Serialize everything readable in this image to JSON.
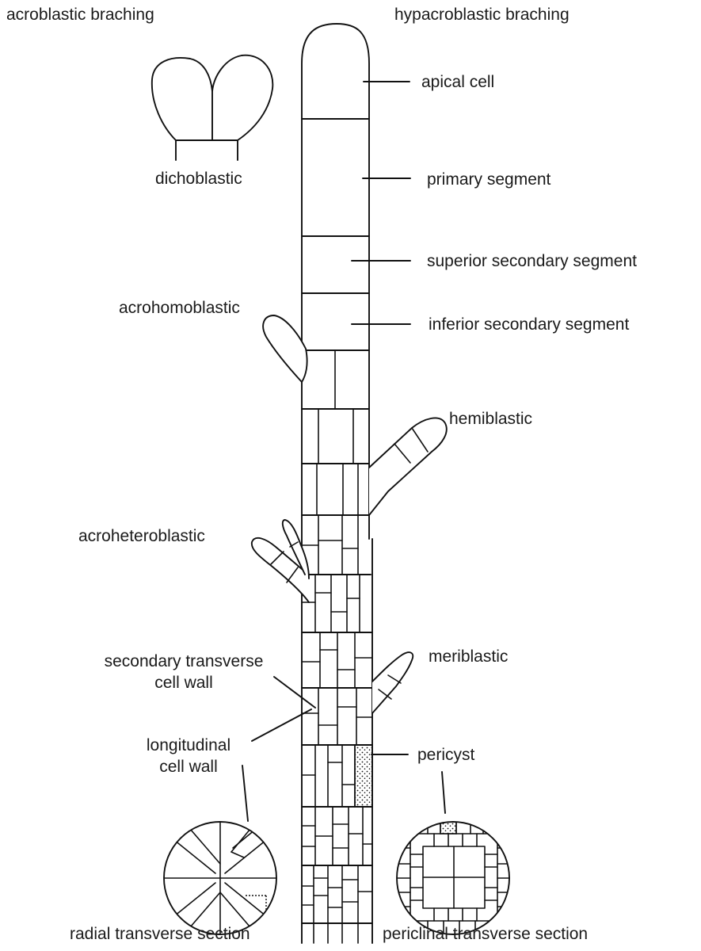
{
  "headings": {
    "left": "acroblastic braching",
    "right": "hypacroblastic braching"
  },
  "labels": {
    "dichoblastic": "dichoblastic",
    "apical_cell": "apical cell",
    "primary_segment": "primary segment",
    "superior_secondary_segment": "superior secondary segment",
    "inferior_secondary_segment": "inferior secondary segment",
    "acrohomoblastic": "acrohomoblastic",
    "hemiblastic": "hemiblastic",
    "acroheteroblastic": "acroheteroblastic",
    "meriblastic": "meriblastic",
    "secondary_transverse_line1": "secondary transverse",
    "secondary_transverse_line2": "cell wall",
    "longitudinal_line1": "longitudinal",
    "longitudinal_line2": "cell wall",
    "pericyst": "pericyst",
    "radial_section": "radial transverse section",
    "periclinal_section": "periclinal transverse section"
  },
  "colors": {
    "ink": "#111111",
    "background": "#ffffff"
  }
}
